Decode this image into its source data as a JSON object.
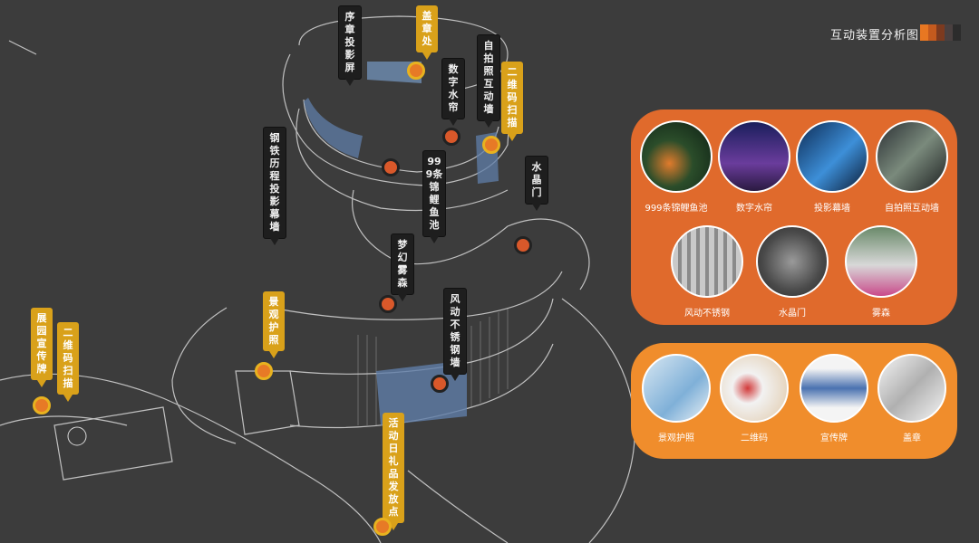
{
  "title": "互动装置分析图",
  "colors": {
    "background": "#3c3c3c",
    "top_panel": "#e06a2c",
    "bottom_panel": "#f08d2c",
    "gold": "#d9a11a",
    "dark_label": "#1e1e1e",
    "swatches": [
      "#e87722",
      "#c45a1e",
      "#7d3a1f",
      "#4a4040",
      "#2c2c2c"
    ]
  },
  "callouts": [
    {
      "text": "序章投影屏",
      "style": "dark"
    },
    {
      "text": "盖章处",
      "style": "gold"
    },
    {
      "text": "数字水帘",
      "style": "dark"
    },
    {
      "text": "自拍照互动墙",
      "style": "dark"
    },
    {
      "text": "二维码扫描",
      "style": "gold"
    },
    {
      "text": "钢铁历程投影幕墙",
      "style": "dark"
    },
    {
      "text": "999条锦鲤鱼池",
      "style": "dark"
    },
    {
      "text": "水晶门",
      "style": "dark"
    },
    {
      "text": "梦幻雾森",
      "style": "dark"
    },
    {
      "text": "景观护照",
      "style": "gold"
    },
    {
      "text": "风动不锈钢墙",
      "style": "dark"
    },
    {
      "text": "展园宣传牌",
      "style": "gold"
    },
    {
      "text": "二维码扫描",
      "style": "gold"
    },
    {
      "text": "活动日礼品发放点",
      "style": "gold"
    }
  ],
  "panels": {
    "top": [
      {
        "label": "999条锦鲤鱼池",
        "icon": "koi-pond-photo"
      },
      {
        "label": "数字水帘",
        "icon": "digital-water-curtain-photo"
      },
      {
        "label": "投影幕墙",
        "icon": "projection-wall-photo"
      },
      {
        "label": "自拍照互动墙",
        "icon": "selfie-wall-photo"
      },
      {
        "label": "风动不锈钢",
        "icon": "wind-steel-photo"
      },
      {
        "label": "水晶门",
        "icon": "crystal-gate-photo"
      },
      {
        "label": "雾森",
        "icon": "mist-forest-photo"
      }
    ],
    "bottom": [
      {
        "label": "景观护照",
        "icon": "passport-photo"
      },
      {
        "label": "二维码",
        "icon": "qr-code-photo"
      },
      {
        "label": "宣传牌",
        "icon": "billboard-photo"
      },
      {
        "label": "盖章",
        "icon": "stamp-photo"
      }
    ]
  }
}
